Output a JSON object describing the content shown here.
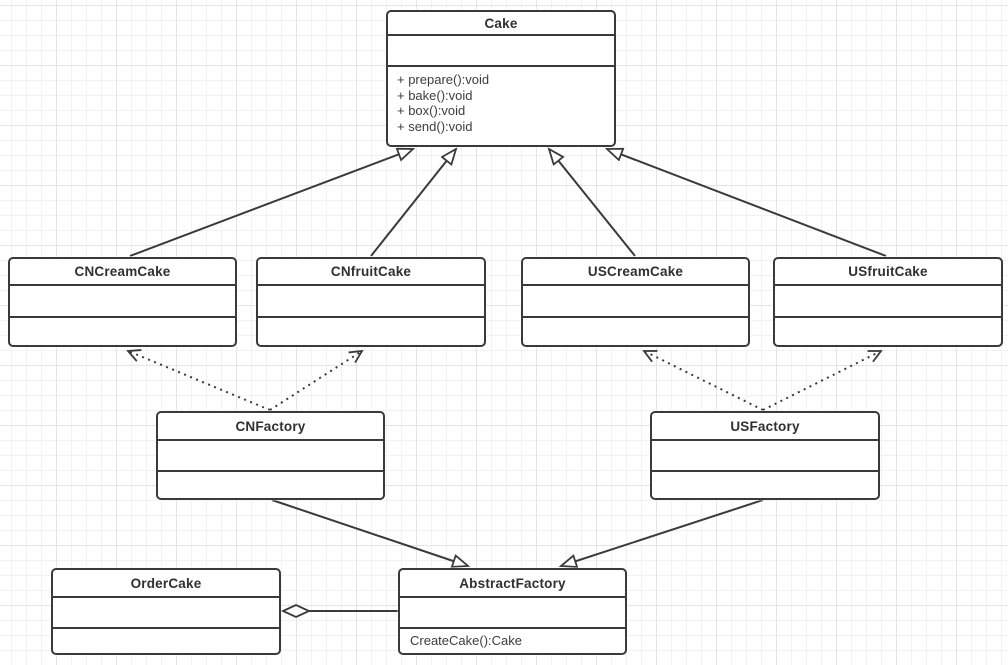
{
  "diagram": {
    "kind": "uml-class-diagram",
    "pattern": "Abstract Factory (cake example)",
    "stroke_color": "#3a3a3a",
    "background_color": "#ffffff",
    "grid_minor_color": "#f2f2f2",
    "grid_major_color": "#e4e4e4"
  },
  "classes": {
    "cake": {
      "name": "Cake",
      "attributes": [],
      "methods": [
        "+ prepare():void",
        "+ bake():void",
        "+ box():void",
        "+ send():void"
      ]
    },
    "cnCreamCake": {
      "name": "CNCreamCake",
      "attributes": [],
      "methods": []
    },
    "cnFruitCake": {
      "name": "CNfruitCake",
      "attributes": [],
      "methods": []
    },
    "usCreamCake": {
      "name": "USCreamCake",
      "attributes": [],
      "methods": []
    },
    "usFruitCake": {
      "name": "USfruitCake",
      "attributes": [],
      "methods": []
    },
    "cnFactory": {
      "name": "CNFactory",
      "attributes": [],
      "methods": []
    },
    "usFactory": {
      "name": "USFactory",
      "attributes": [],
      "methods": []
    },
    "orderCake": {
      "name": "OrderCake",
      "attributes": [],
      "methods": []
    },
    "abstractFactory": {
      "name": "AbstractFactory",
      "attributes": [],
      "methods": [
        "CreateCake():Cake"
      ]
    }
  },
  "relationships": [
    {
      "from": "CNCreamCake",
      "to": "Cake",
      "type": "generalization",
      "line": "solid",
      "head": "hollow-triangle"
    },
    {
      "from": "CNfruitCake",
      "to": "Cake",
      "type": "generalization",
      "line": "solid",
      "head": "hollow-triangle"
    },
    {
      "from": "USCreamCake",
      "to": "Cake",
      "type": "generalization",
      "line": "solid",
      "head": "hollow-triangle"
    },
    {
      "from": "USfruitCake",
      "to": "Cake",
      "type": "generalization",
      "line": "solid",
      "head": "hollow-triangle"
    },
    {
      "from": "CNFactory",
      "to": "CNCreamCake",
      "type": "dependency",
      "line": "dotted",
      "head": "open-arrow"
    },
    {
      "from": "CNFactory",
      "to": "CNfruitCake",
      "type": "dependency",
      "line": "dotted",
      "head": "open-arrow"
    },
    {
      "from": "USFactory",
      "to": "USCreamCake",
      "type": "dependency",
      "line": "dotted",
      "head": "open-arrow"
    },
    {
      "from": "USFactory",
      "to": "USfruitCake",
      "type": "dependency",
      "line": "dotted",
      "head": "open-arrow"
    },
    {
      "from": "CNFactory",
      "to": "AbstractFactory",
      "type": "generalization",
      "line": "solid",
      "head": "hollow-triangle"
    },
    {
      "from": "USFactory",
      "to": "AbstractFactory",
      "type": "generalization",
      "line": "solid",
      "head": "hollow-triangle"
    },
    {
      "from": "OrderCake",
      "to": "AbstractFactory",
      "type": "aggregation",
      "line": "solid",
      "head": "hollow-diamond-at-source"
    }
  ]
}
